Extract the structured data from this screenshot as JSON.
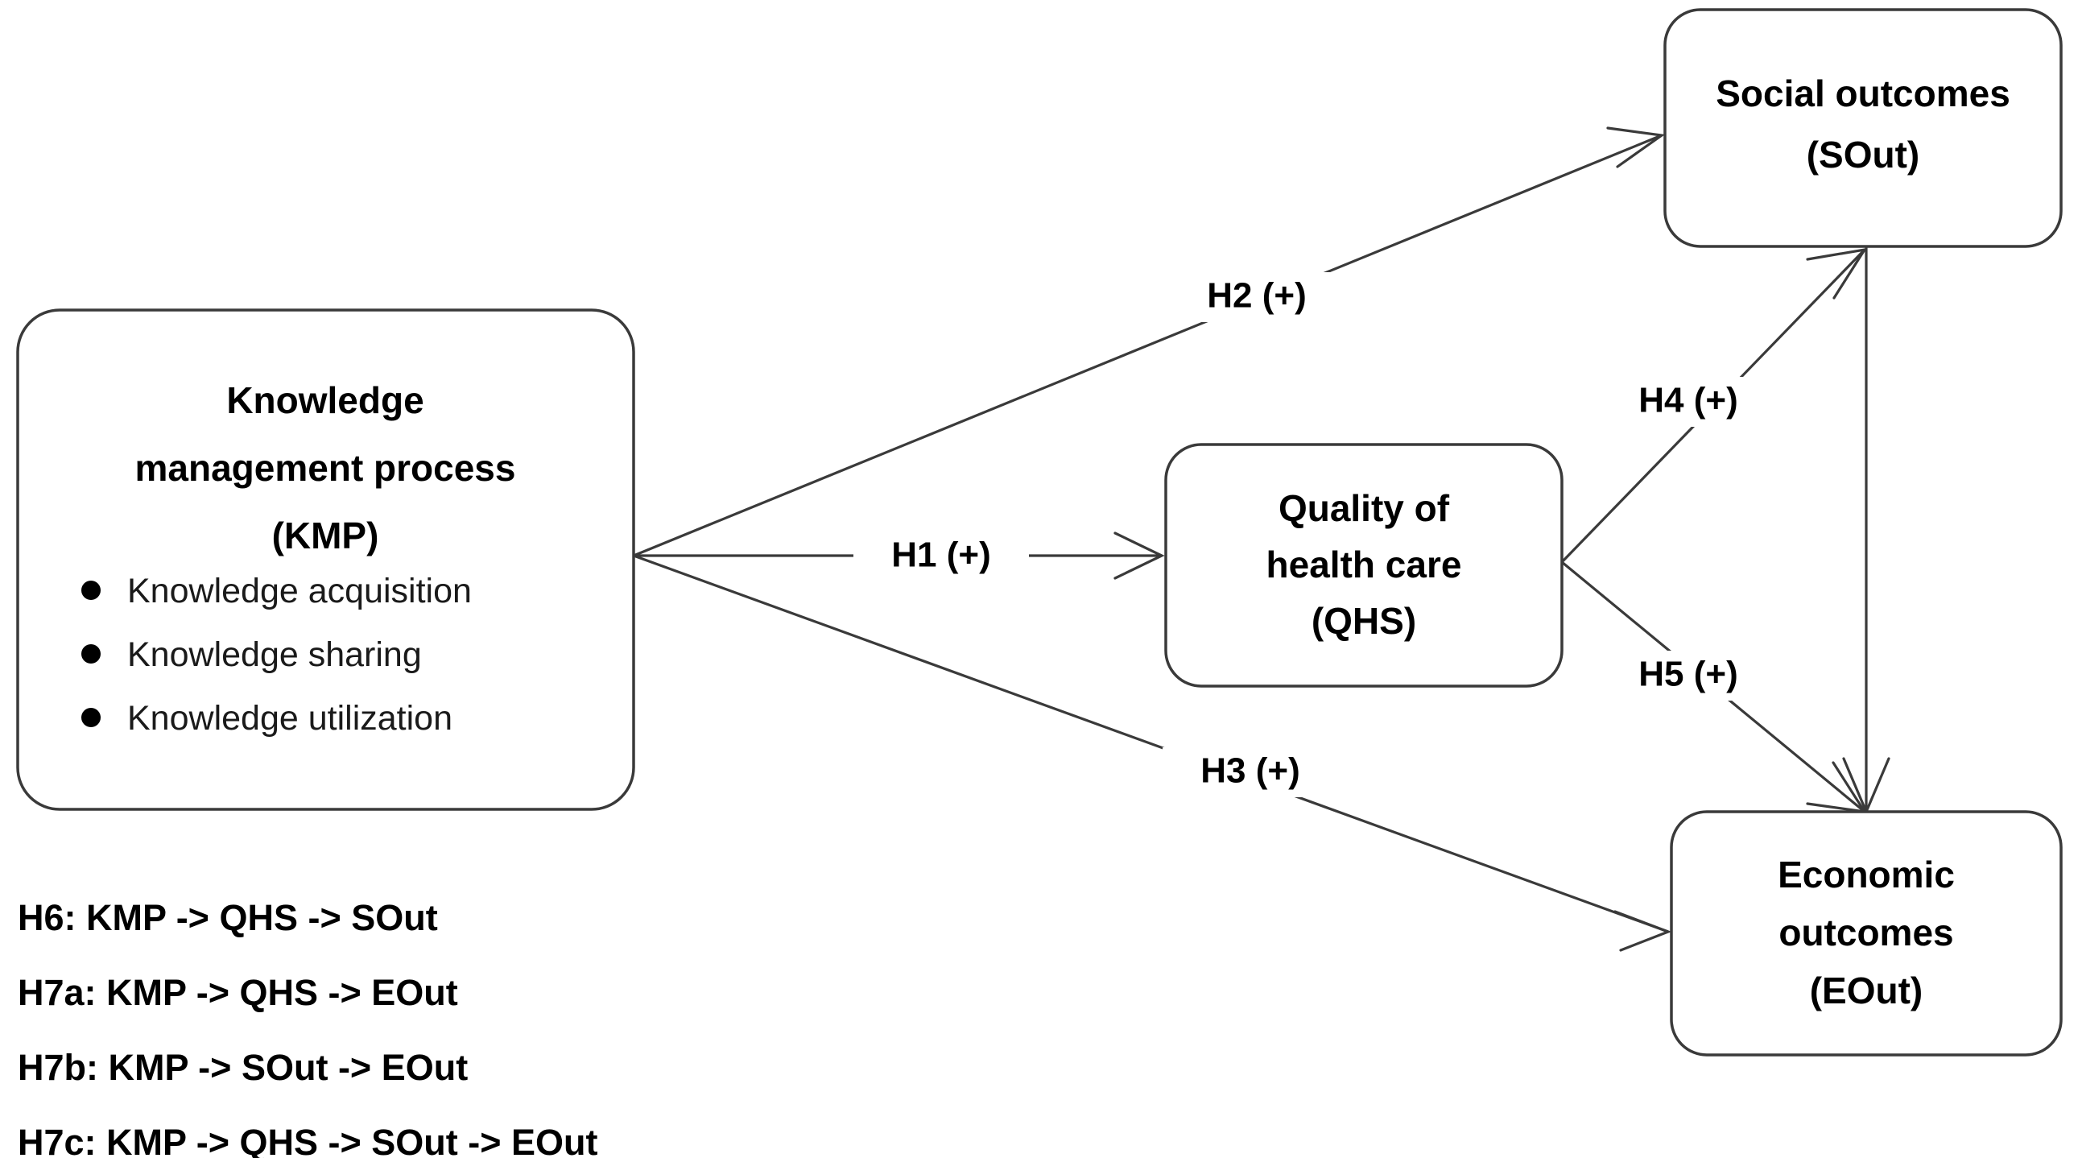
{
  "diagram": {
    "title": "Research model: Knowledge management process and health care outcomes",
    "accent_color": "#3a3a3a",
    "text_color": "#000000",
    "background_color": "#ffffff",
    "nodes": [
      {
        "id": "kmp",
        "title_line1": "Knowledge",
        "title_line2": "management process",
        "title_line3": "(KMP)",
        "bullets": [
          "Knowledge acquisition",
          "Knowledge sharing",
          "Knowledge utilization"
        ]
      },
      {
        "id": "qhs",
        "line1": "Quality of",
        "line2": "health care",
        "line3": "(QHS)"
      },
      {
        "id": "sout",
        "line1": "Social outcomes",
        "line2": "(SOut)"
      },
      {
        "id": "eout",
        "line1": "Economic",
        "line2": "outcomes",
        "line3": "(EOut)"
      }
    ],
    "links": [
      {
        "id": "h1",
        "label": "H1 (+)",
        "from": "KMP",
        "to": "QHS"
      },
      {
        "id": "h2",
        "label": "H2 (+)",
        "from": "KMP",
        "to": "SOut"
      },
      {
        "id": "h3",
        "label": "H3 (+)",
        "from": "KMP",
        "to": "EOut"
      },
      {
        "id": "h4",
        "label": "H4 (+)",
        "from": "QHS",
        "to": "SOut"
      },
      {
        "id": "h5",
        "label": "H5 (+)",
        "from": "QHS",
        "to": "EOut"
      },
      {
        "id": "sout_eout",
        "label": "",
        "from": "SOut",
        "to": "EOut"
      }
    ],
    "legend": [
      "H6: KMP -> QHS -> SOut",
      "H7a: KMP -> QHS -> EOut",
      "H7b: KMP -> SOut -> EOut",
      "H7c: KMP -> QHS -> SOut -> EOut"
    ]
  }
}
